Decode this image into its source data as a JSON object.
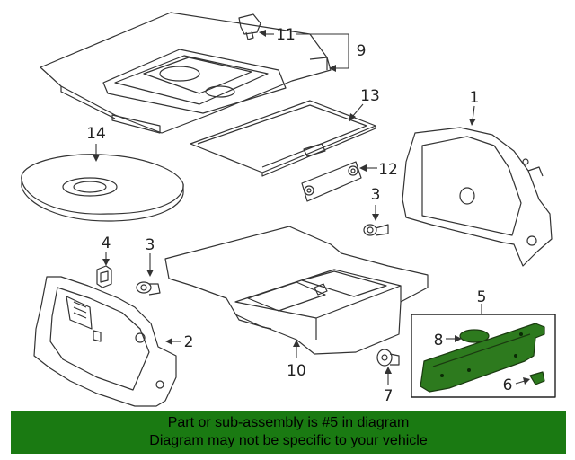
{
  "callouts": {
    "c1": "1",
    "c2": "2",
    "c3a": "3",
    "c3b": "3",
    "c4": "4",
    "c5": "5",
    "c6": "6",
    "c7": "7",
    "c8": "8",
    "c9": "9",
    "c10": "10",
    "c11": "11",
    "c12": "12",
    "c13": "13",
    "c14": "14"
  },
  "banner": {
    "line1": "Part or sub-assembly is #5 in diagram",
    "line2": "Diagram may not be specific to your vehicle"
  },
  "colors": {
    "highlight_part": "#2d7a1e",
    "banner_bg": "#1a7a12",
    "line": "#333333"
  }
}
